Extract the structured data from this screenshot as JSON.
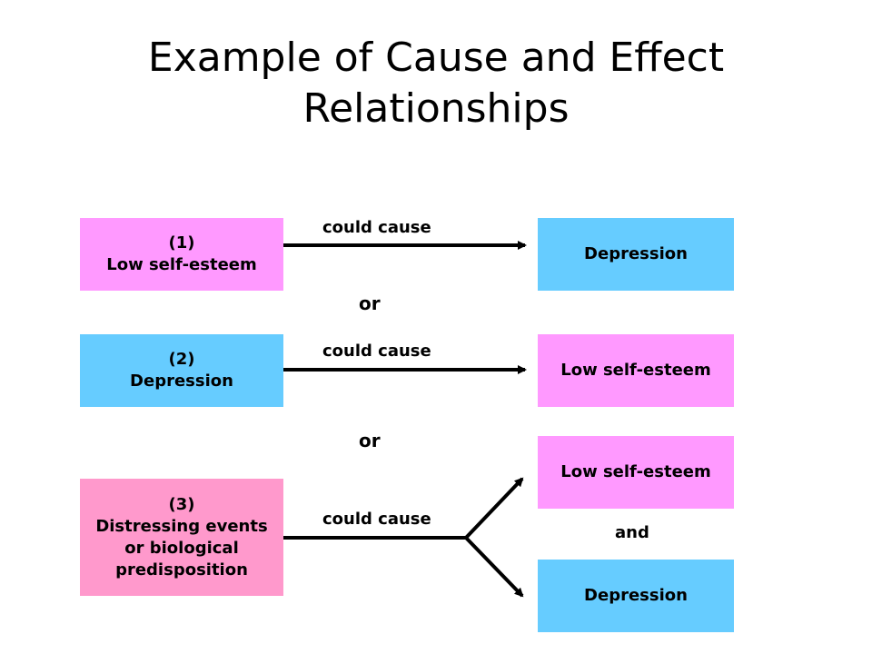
{
  "title": {
    "line1": "Example of Cause and Effect",
    "line2": "Relationships"
  },
  "colors": {
    "pink": "#ff99ff",
    "blue": "#66ccff",
    "rose": "#ff99cc",
    "arrow": "#000000"
  },
  "rows": [
    {
      "cause": {
        "number": "(1)",
        "lines": [
          "Low self-esteem"
        ]
      },
      "connector": "could cause",
      "effects": [
        "Depression"
      ]
    },
    {
      "cause": {
        "number": "(2)",
        "lines": [
          "Depression"
        ]
      },
      "connector": "could cause",
      "effects": [
        "Low self-esteem"
      ]
    },
    {
      "cause": {
        "number": "(3)",
        "lines": [
          "Distressing events",
          "or biological",
          "predisposition"
        ]
      },
      "connector": "could cause",
      "effects": [
        "Low self-esteem",
        "Depression"
      ],
      "joiner": "and"
    }
  ],
  "separators": [
    "or",
    "or"
  ]
}
